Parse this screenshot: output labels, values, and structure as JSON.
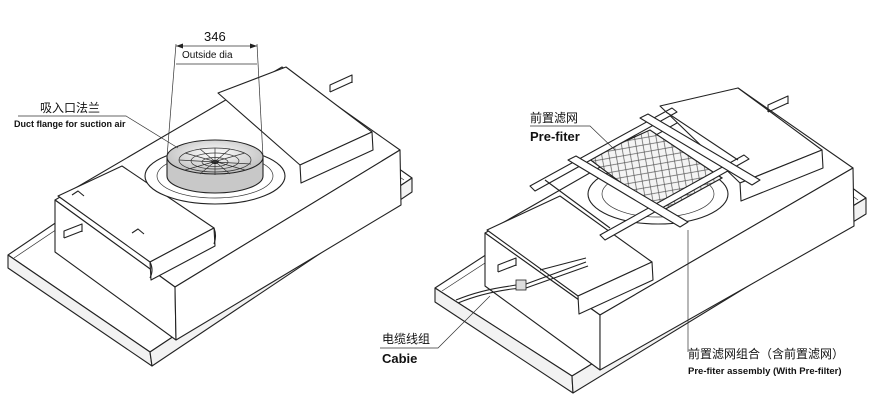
{
  "left_unit": {
    "dimension_value": "346",
    "dimension_caption": "Outside dia",
    "duct_flange_cn": "吸入口法兰",
    "duct_flange_en": "Duct flange for suction air"
  },
  "right_unit": {
    "prefilter_cn": "前置滤网",
    "prefilter_en": "Pre-fiter",
    "cable_cn": "电缆线组",
    "cable_en": "Cabie",
    "assembly_cn": "前置滤网组合（含前置滤网）",
    "assembly_en": "Pre-fiter assembly (With Pre-filter)"
  }
}
